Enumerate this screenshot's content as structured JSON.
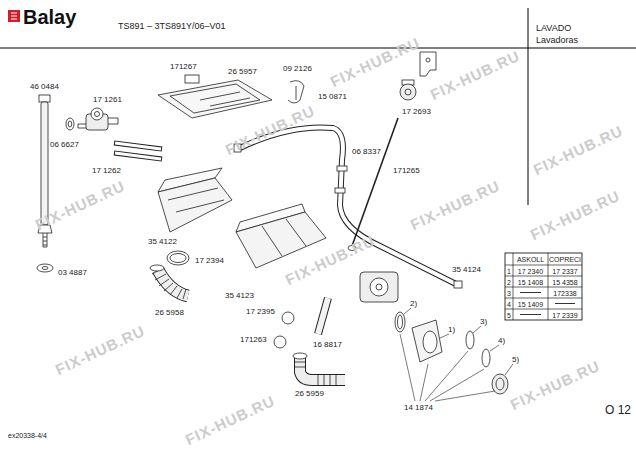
{
  "diagram": {
    "labels": [
      "Balay",
      "TS891 – 3TS891Y/06–V01",
      "LAVADO",
      "Lavadoras",
      "171267",
      "26 5957",
      "09 2126",
      "46 0484",
      "17 1261",
      "15 0871",
      "17 2693",
      "06 6627",
      "06 8337",
      "17 1262",
      "171265",
      "35 4122",
      "17 2394",
      "35 4123",
      "03 4887",
      "35 4124",
      "26 5958",
      "17 2395",
      "171263",
      "16 8817",
      "26 5959",
      "14 1874",
      "1)",
      "2)",
      "3)",
      "4)",
      "5)",
      "ASKOLL",
      "COPRECI",
      "1",
      "17 2340",
      "17 2337",
      "2",
      "15 1408",
      "15 4358",
      "3",
      "172338",
      "4",
      "15 1409",
      "5",
      "17 2339",
      "ex20338-4/4",
      "O 12",
      "FIX-HUB.RU",
      "FIX-HUB.RU",
      "FIX-HUB.RU",
      "FIX-HUB.RU",
      "FIX-HUB.RU",
      "FIX-HUB.RU",
      "FIX-HUB.RU",
      "FIX-HUB.RU",
      "FIX-HUB.RU",
      "FIX-HUB.RU",
      "FIX-HUB.RU"
    ]
  }
}
